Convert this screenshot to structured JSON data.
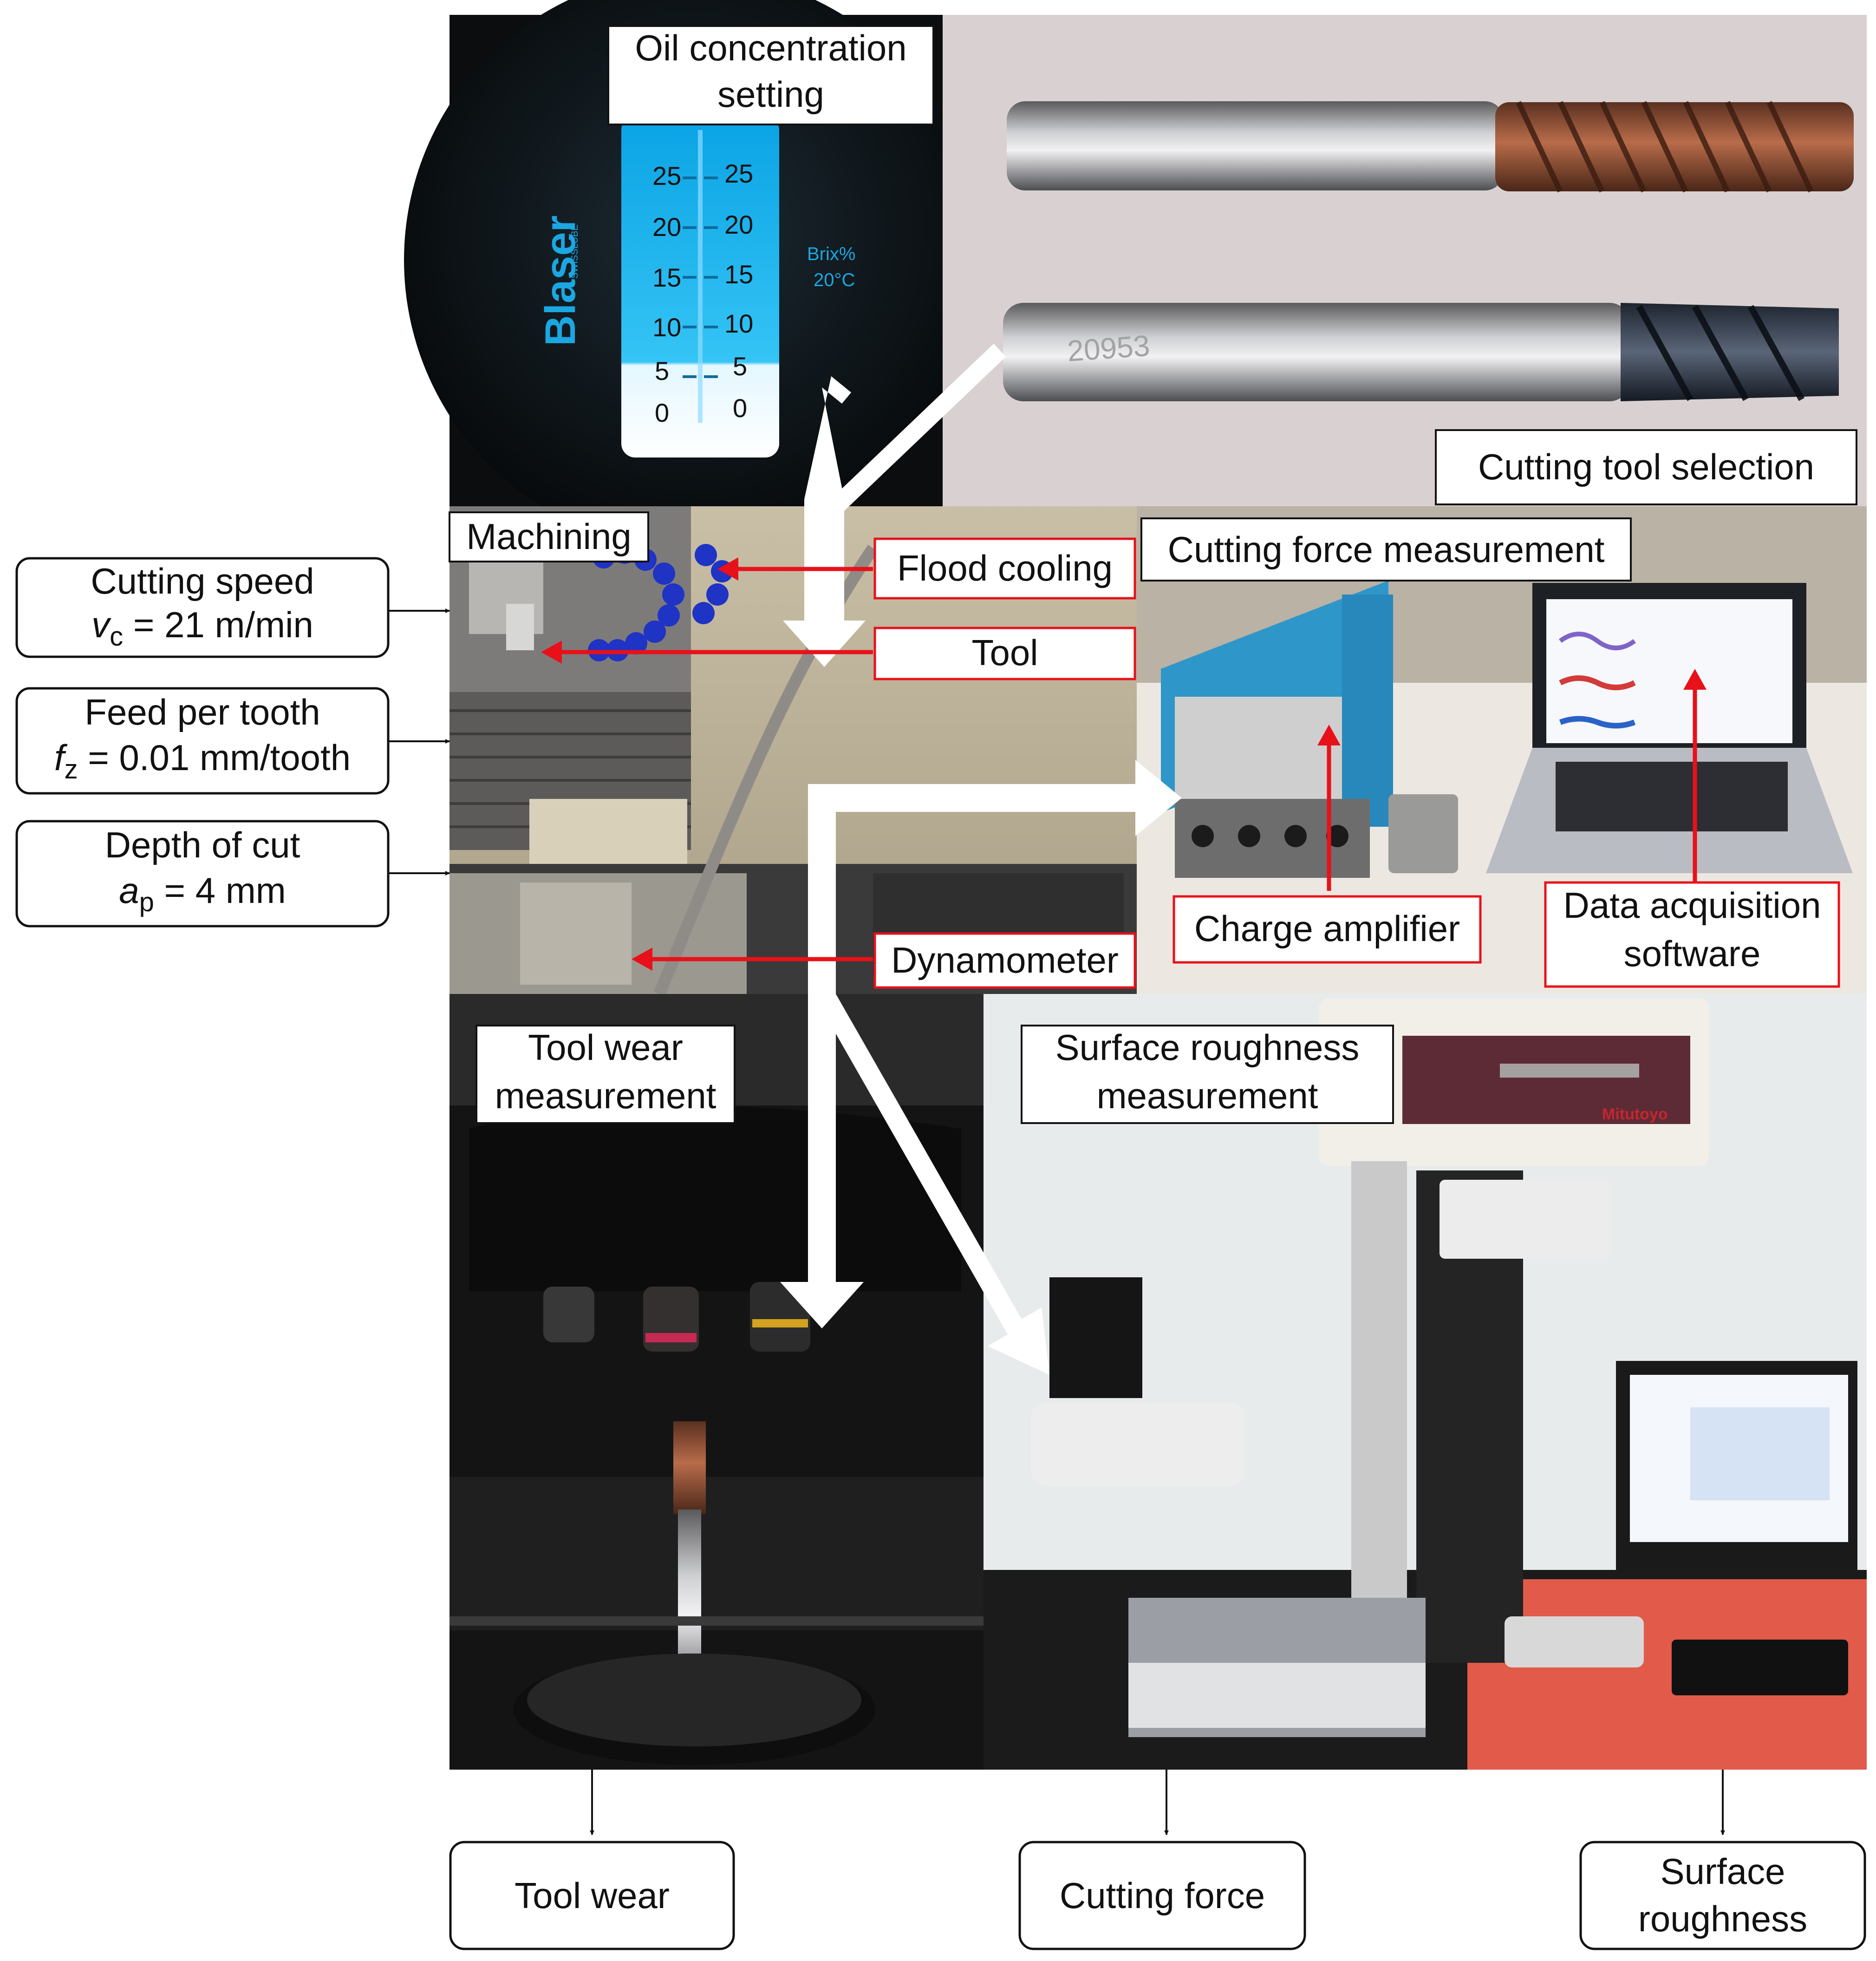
{
  "inputs": {
    "cutting_speed": {
      "line1": "Cutting speed",
      "sym": "v",
      "subscript": "c",
      "value": " = 21 m/min"
    },
    "feed_per_tooth": {
      "line1": "Feed per tooth",
      "sym": "f",
      "subscript": "z",
      "value": " = 0.01 mm/tooth"
    },
    "depth_of_cut": {
      "line1": "Depth of cut",
      "sym": "a",
      "subscript": "p",
      "value": " = 4 mm"
    }
  },
  "labels": {
    "oil_concentration": [
      "Oil concentration",
      "setting"
    ],
    "cutting_tool_selection": "Cutting tool selection",
    "machining": "Machining",
    "flood_cooling": "Flood cooling",
    "tool": "Tool",
    "dynamometer": "Dynamometer",
    "cutting_force_measurement": "Cutting force measurement",
    "charge_amplifier": "Charge amplifier",
    "data_acquisition_software": [
      "Data acquisition",
      "software"
    ],
    "tool_wear_measurement": [
      "Tool wear",
      "measurement"
    ],
    "surface_roughness_measurement": [
      "Surface roughness",
      "measurement"
    ]
  },
  "refractometer": {
    "brand": "Blaser",
    "brand_sub": "SWISSLUBE",
    "unit": "Brix%",
    "temp": "20°C",
    "scale": [
      "25",
      "20",
      "15",
      "10",
      "5",
      "0"
    ]
  },
  "tool_engraving": "20953",
  "instrument_brand": "Mitutoyo",
  "outputs": {
    "tool_wear": "Tool wear",
    "cutting_force": "Cutting force",
    "surface_roughness": [
      "Surface",
      "roughness"
    ]
  }
}
